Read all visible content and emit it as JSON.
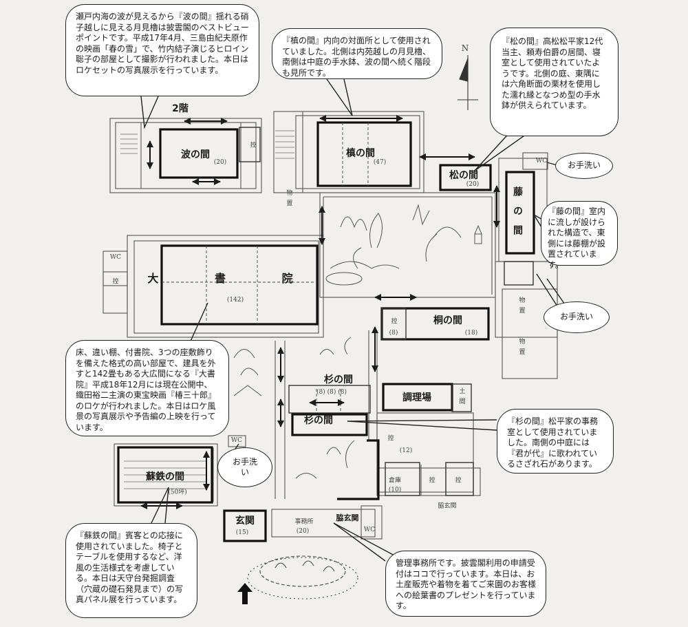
{
  "labels": {
    "floor2": "2階",
    "nami": "波の間",
    "maki": "槙の間",
    "matsu": "松の間",
    "fuji": "藤の間",
    "daishoin": "大 書 院",
    "kiri": "桐の間",
    "sugi1": "杉の間",
    "sugi2": "杉の間",
    "chorijo": "調理場",
    "sotetsu": "蘇鉄の間",
    "genkan": "玄関",
    "wakigenkan": "脇玄関"
  },
  "bubbles": {
    "nami": "瀬戸内海の波が見えるから『波の間』揺れる硝子越しに見える月見櫓は披雲閣のベストビューポイントです。平成17年4月、三島由紀夫原作の映画「春の雪」で、竹内結子演じるヒロイン聡子の部屋として撮影が行われました。本日はロケセットの写真展示を行っています。",
    "maki": "『槙の間』内向の対面所として使用されていました。北側は内苑越しの月見櫓、南側は中庭の手水鉢、波の間へ続く階段も見所です。",
    "matsu": "『松の間』高松松平家12代当主、頼寿伯爵の居間、寝室として使用されていたようです。北側の庭、東隅には六角断面の栗材を使用した濡れ縁となつめ型の手水鉢が供えられています。",
    "fuji": "『藤の間』室内に流しが設けられた構造で、東側には藤棚が設置されています。",
    "daishoin": "床、違い棚、付書院、3つの座敷飾りを備えた格式の高い部屋で、建具を外すと142畳もある大広間になる『大書院』平成18年12月には現在公開中、織田裕二主演の東宝映画『椿三十郎』のロケが行われました。本日はロケ風景の写真展示や予告編の上映を行っています。",
    "sugi": "『杉の間』松平家の事務室として使用されていました。南側の中庭には『君が代』に歌われているさざれ石があります。",
    "sotetsu": "『蘇鉄の間』賓客との応接に使用されていました。椅子とテーブルを使用するなど、洋風の生活様式を考慮している。本日は天守台発掘調査（穴蔵の礎石発見まで）の写真パネル展を行っています。",
    "office": "管理事務所です。披雲閣利用の申請受付はココで行っています。本日は、お土産販売や着物を着てご来園のお客様への絵葉書のプレゼントを行っています。",
    "toilet1": "お手洗い",
    "toilet2": "お手洗い",
    "toilet3": "お手洗い"
  },
  "notes": {
    "nami_size": "(20)",
    "maki_size": "(47)",
    "matsu_size": "(20)",
    "daishoin_size": "(142)",
    "kiri_size": "(18)",
    "sotetsu_size": "(50坪)",
    "genkan_size": "(15)",
    "office_label": "事務所",
    "office_size": "(20)",
    "kura": "倉庫",
    "kura_size": "(10)",
    "doma": "土間",
    "monooki1": "物置",
    "monooki2": "物置",
    "monooki3": "物置",
    "hikae1": "控",
    "hikae2": "控",
    "hikae3": "控",
    "hikae4": "控",
    "hikae5": "控",
    "hikae6": "控",
    "wc1": "WC",
    "wc2": "WC",
    "wc3": "WC",
    "wc4": "WC",
    "north": "N",
    "wakigenkan_hand": "脇玄関",
    "kiri_hikae_size": "(8)",
    "sugi_sizes": "(8)  (8)  (8)",
    "hikae_size": "(12)"
  },
  "colors": {
    "ink": "#1c1c1c",
    "paper": "#f1f0ec",
    "pencil": "#555555"
  }
}
